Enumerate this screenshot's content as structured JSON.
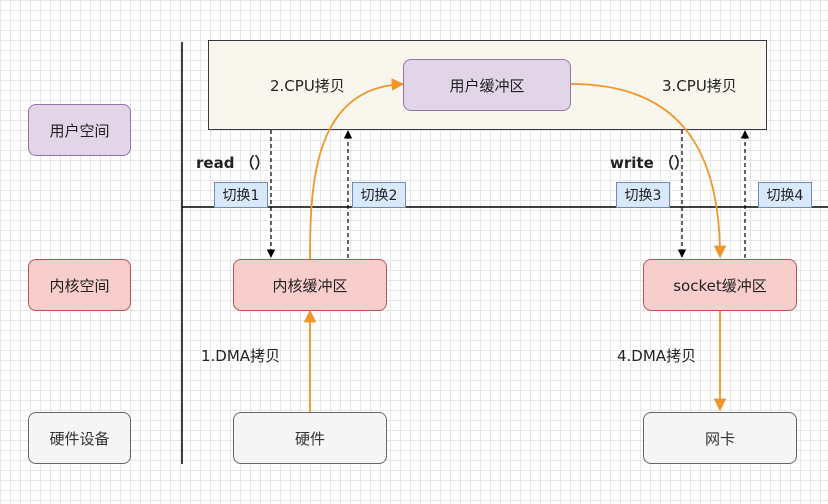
{
  "layers": {
    "user": "用户空间",
    "kernel": "内核空间",
    "hardware": "硬件设备"
  },
  "boxes": {
    "user_buffer": "用户缓冲区",
    "kernel_buffer": "内核缓冲区",
    "socket_buffer": "socket缓冲区",
    "hardware": "硬件",
    "nic": "网卡"
  },
  "steps": {
    "dma_copy_1": "1.DMA拷贝",
    "cpu_copy_2": "2.CPU拷贝",
    "cpu_copy_3": "3.CPU拷贝",
    "dma_copy_4": "4.DMA拷贝"
  },
  "calls": {
    "read": "read （）",
    "write": "write （）"
  },
  "switches": {
    "s1": "切换1",
    "s2": "切换2",
    "s3": "切换3",
    "s4": "切换4"
  },
  "colors": {
    "data_flow": "#f0962b",
    "context_switch": "#000000"
  }
}
